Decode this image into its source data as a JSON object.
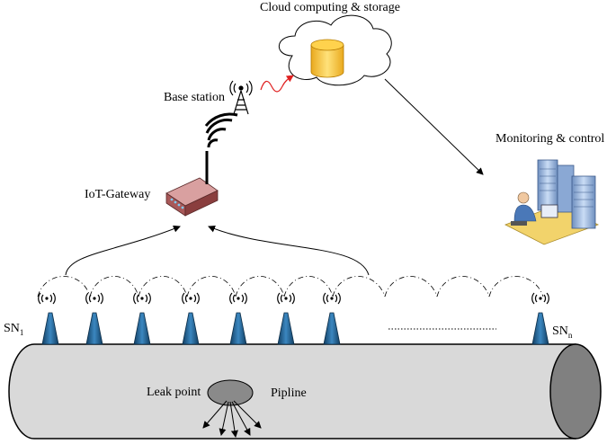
{
  "labels": {
    "cloud": "Cloud computing & storage",
    "base_station": "Base station",
    "gateway": "IoT-Gateway",
    "monitoring": "Monitoring & control",
    "sn_first_main": "SN",
    "sn_first_sub": "1",
    "sn_last_main": "SN",
    "sn_last_sub": "n",
    "leak_point": "Leak point",
    "pipeline": "Pipline"
  },
  "icons": {
    "cloud": "cloud-database-icon",
    "tower": "antenna-tower-icon",
    "router": "router-icon",
    "operator": "monitoring-workstation-icon",
    "sensor": "sensor-node-icon",
    "signal": "wireless-signal-icon"
  },
  "colors": {
    "pipe": "#d9d9d9",
    "pipe_end": "#808080",
    "sensor": "#1f5f8b",
    "router": "#b07070",
    "cylinder": "#f5c242",
    "signal_arrow": "#e02020",
    "leak": "#8a8a8a"
  }
}
